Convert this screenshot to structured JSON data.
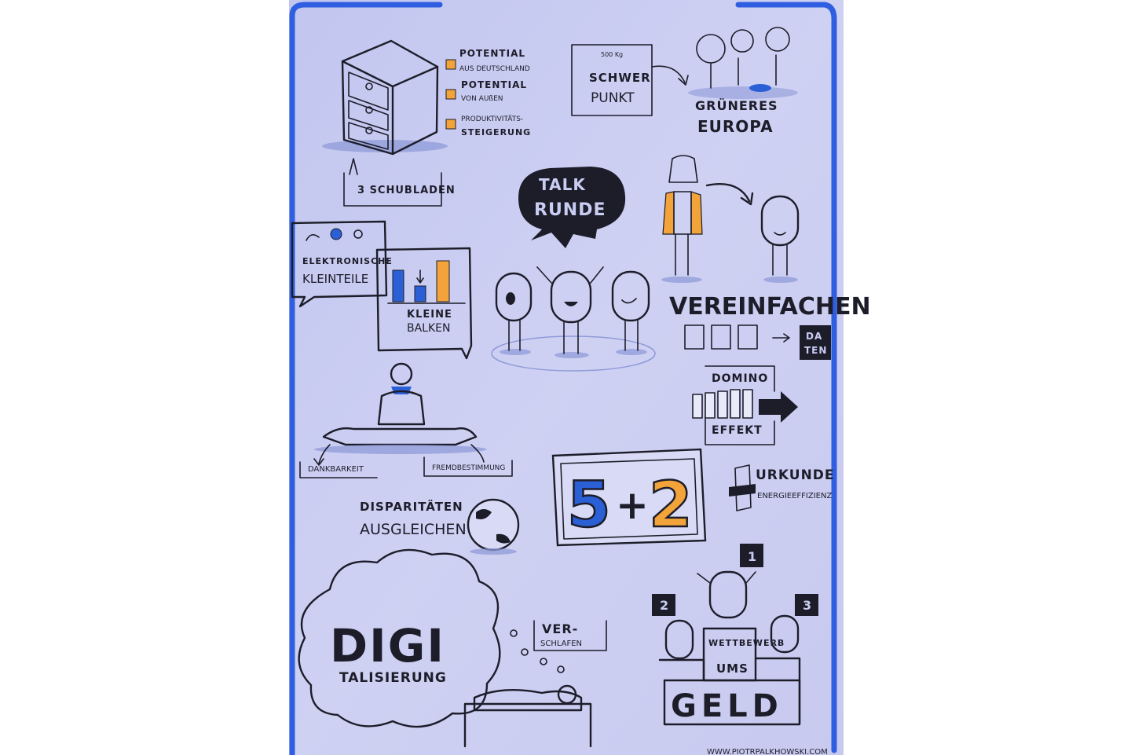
{
  "colors": {
    "paper": "#c9cdf2",
    "ink": "#1d1d2a",
    "blue_accent": "#2a5fd6",
    "orange_accent": "#f2a33a",
    "frame_blue": "#2f5fe0"
  },
  "drawer": {
    "bullets": [
      {
        "main": "POTENTIAL",
        "sub": "AUS DEUTSCHLAND"
      },
      {
        "main": "POTENTIAL",
        "sub": "VON AUßEN"
      },
      {
        "main": "PRODUKTIVITÄTS-",
        "sub": "STEIGERUNG"
      }
    ],
    "caption": "3 SCHUBLADEN"
  },
  "schwerpunkt": {
    "weight": "500 Kg",
    "line1": "SCHWER",
    "line2": "PUNKT"
  },
  "europa": {
    "line1": "GRÜNERES",
    "line2": "EUROPA"
  },
  "talkrunde": {
    "line1": "TALK",
    "line2": "RUNDE"
  },
  "elektronik": {
    "line1": "ELEKTRONISCHE",
    "line2": "KLEINTEILE"
  },
  "balken": {
    "line1": "KLEINE",
    "line2": "BALKEN"
  },
  "vereinfachen": {
    "title": "VEREINFACHEN",
    "daten1": "DA",
    "daten2": "TEN"
  },
  "domino": {
    "line1": "DOMINO",
    "line2": "EFFEKT"
  },
  "person": {
    "left": "DANKBARKEIT",
    "right": "FREMDBESTIMMUNG"
  },
  "disparitaeten": {
    "line1": "DISPARITÄTEN",
    "line2": "AUSGLEICHEN"
  },
  "formula": {
    "a": "5",
    "op": "+",
    "b": "2"
  },
  "urkunde": {
    "line1": "URKUNDE",
    "line2": "ENERGIEEFFIZIENZ"
  },
  "digi": {
    "line1": "DIGI",
    "line2": "TALISIERUNG"
  },
  "verschlafen": {
    "line1": "VER-",
    "line2": "SCHLAFEN"
  },
  "podium": {
    "ranks": [
      "1",
      "2",
      "3"
    ],
    "line1": "WETTBEWERB",
    "line2": "UMS",
    "line3": "GELD"
  },
  "footer": "WWW.PIOTRPALKHOWSKI.COM"
}
